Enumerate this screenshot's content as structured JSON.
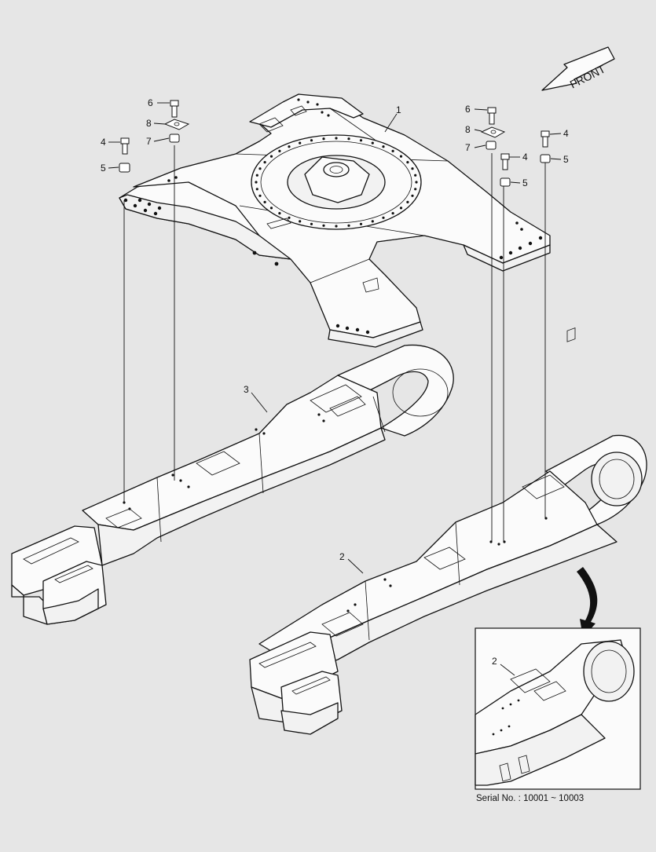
{
  "diagram": {
    "front_label": "FRONT",
    "serial_note": "Serial No. : 10001 ~ 10003",
    "callouts": {
      "c1": "1",
      "c2": "2",
      "c3": "3",
      "c2_detail": "2",
      "left_6": "6",
      "left_8": "8",
      "left_7": "7",
      "left_4": "4",
      "left_5": "5",
      "right_6": "6",
      "right_8": "8",
      "right_7": "7",
      "right_4a": "4",
      "right_5a": "5",
      "right_4b": "4",
      "right_5b": "5"
    }
  }
}
